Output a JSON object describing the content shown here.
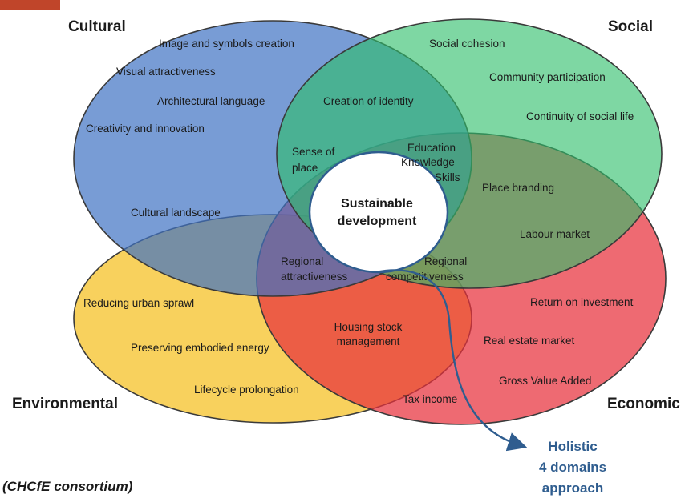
{
  "domains": {
    "cultural": "Cultural",
    "social": "Social",
    "environmental": "Environmental",
    "economic": "Economic"
  },
  "center": {
    "line1": "Sustainable",
    "line2": "development"
  },
  "cultural_items": {
    "image_symbols": "Image and symbols creation",
    "visual": "Visual attractiveness",
    "architectural": "Architectural language",
    "creativity": "Creativity and innovation"
  },
  "social_items": {
    "cohesion": "Social cohesion",
    "participation": "Community participation",
    "continuity": "Continuity of social life"
  },
  "cultural_social": {
    "identity": "Creation of identity"
  },
  "sense_of_place": {
    "line1": "Sense of",
    "line2": "place"
  },
  "education": {
    "line1": "Education",
    "line2": "Knowledge",
    "line3": "Skills"
  },
  "cultural_environmental": {
    "landscape": "Cultural landscape"
  },
  "social_economic": {
    "branding": "Place branding",
    "labour": "Labour market"
  },
  "regional_attractiveness": {
    "line1": "Regional",
    "line2": "attractiveness"
  },
  "regional_competitiveness": {
    "line1": "Regional",
    "line2": "competitiveness"
  },
  "environmental_items": {
    "sprawl": "Reducing urban sprawl",
    "energy": "Preserving embodied energy",
    "lifecycle": "Lifecycle prolongation"
  },
  "housing": {
    "line1": "Housing stock",
    "line2": "management"
  },
  "economic_items": {
    "roi": "Return on investment",
    "real_estate": "Real estate market",
    "gva": "Gross Value Added",
    "tax": "Tax income"
  },
  "holistic": {
    "line1": "Holistic",
    "line2": "4 domains",
    "line3": "approach"
  },
  "credit": "(CHCfE consortium)",
  "colors": {
    "cultural": "#3f72c3",
    "social": "#2fbf6a",
    "environmental": "#f6c42f",
    "economic": "#e8303c",
    "arrow": "#2f5d8f"
  }
}
